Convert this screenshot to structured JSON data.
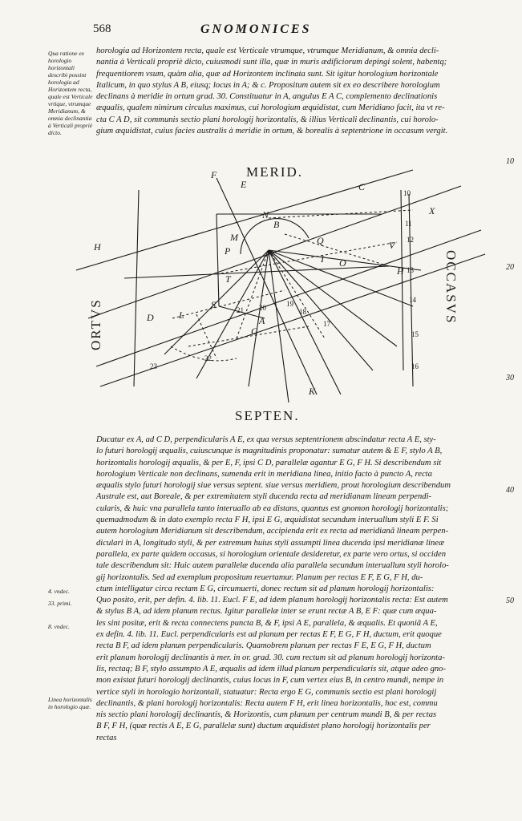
{
  "header": {
    "page_number": "568",
    "running_title": "GNOMONICES"
  },
  "margin_notes": {
    "top": "Qua ratione ex horologio horizontali describi possint horologia ad Horizontem recta, quale est Verticale vrtique, vtrumque Meridianum, & omnia declinantia à Verticali propriè dicto.",
    "ref1": "4. vndec.",
    "ref2": "33. primi.",
    "ref3": "8. vndec.",
    "bottom": "Linea horizontalis in horologio quæ."
  },
  "line_numbers": {
    "n10": "10",
    "n20": "20",
    "n30": "30",
    "n40": "40",
    "n50": "50"
  },
  "paragraph1": [
    "horologia ad Horizontem recta, quale est Verticale vtrumque, vtrumque Meridianum, & omnia decli-",
    "nantia à Verticali propriè dicto, cuiusmodi sunt illa, quæ in muris ædificiorum depingi solent, habentq;",
    "frequentiorem vsum, quàm alia, quæ ad Horizontem inclinata sunt. Sit igitur horologium horizontale",
    "Italicum, in quo stylus A B, eiusq; locus in A; & c. Propositum autem sit ex eo describere horologium",
    "declinans à meridie in ortum grad. 30. Constituatur in A, angulus E A C, complemento declinationis",
    "æqualis, qualem nimirum circulus maximus, cui horologium æquidistat, cum Meridiano facit, ita vt re-",
    "cta C A D, sit communis sectio plani horologij horizontalis, & illius Verticali declinantis, cui horolo-",
    "gium æquidistat, cuius facies australis à meridie in ortum, & borealis à septentrione in occasum vergit."
  ],
  "paragraph2": [
    "Ducatur ex A, ad C D, perpendicularis A E, ex qua versus septentrionem abscindatur recta A E, sty-",
    "lo futuri horologij æqualis, cuiuscunque is magnitudinis proponatur: sumatur autem & E F, stylo A B,",
    "horizontalis horologij æqualis, & per E, F, ipsi C D, parallelæ agantur E G, F H. Si describendum sit",
    "horologium Verticale non declinans, sumenda erit in meridiana linea, initio facto à puncto A, recta",
    "æqualis stylo futuri horologij siue versus septent. siue versus meridiem, prout horologium describendum",
    "Australe est, aut Boreale, & per extremitatem styli ducenda recta ad meridianam lineam perpendi-",
    "cularis, & huic vna parallela tanto interuallo ab ea distans, quantus est gnomon horologij horizontalis;",
    "quemadmodum & in dato exemplo recta F H, ipsi E G, æquidistat secundum interuallum styli E F. Si",
    "autem horologium Meridianum sit describendum, accipienda erit ex recta ad meridianã lineam perpen-",
    "diculari in A, longitudo styli, & per extremum huius styli assumpti linea ducenda ipsi meridianæ lineæ",
    "parallela, ex parte quidem occasus, si horologium orientale desideretur, ex parte vero ortus, si occiden",
    "tale describendum sit: Huic autem parallelæ ducenda alia parallela secundum interuallum styli horolo-",
    "gij horizontalis. Sed ad exemplum propositum reuertamur. Planum per rectas E F, E G, F H, du-",
    "ctum intelligatur circa rectam E G, circumuerti, donec rectum sit ad planum horologij horizontalis:",
    "Quo posito, erit, per defin. 4. lib. 11. Eucl. F E, ad idem planum horologij horizontalis recta: Est autem",
    "& stylus B A, ad idem planum rectus. Igitur parallelæ inter se erunt rectæ A B, E F: quæ cum æqua-",
    "les sint positæ, erit & recta connectens puncta B, & F, ipsi A E, parallela, & æqualis. Et quoniã A E,",
    "ex defin. 4. lib. 11. Eucl. perpendicularis est ad planum per rectas E F, E G, F H, ductum, erit quoque",
    "recta B F, ad idem planum perpendicularis. Quamobrem planum per rectas F E, E G, F H, ductum",
    "erit planum horologij declinantis à mer. in or. grad. 30. cum rectum sit ad planum horologij horizonta-",
    "lis, rectaq; B F, stylo assumpto A E, æqualis ad idem illud planum perpendicularis sit, atque adeo gno-",
    "mon existat futuri horologij declinantis, cuius locus in F, cum vertex eius B, in centro mundi, nempe in",
    "vertice styli in horologio horizontali, statuatur: Recta ergo E G, communis sectio est plani horologij",
    "declinantis, & plani horologij horizontalis: Recta autem F H, erit linea horizontalis, hoc est, commu",
    "nis sectio plani horologij declinantis, & Horizontis, cum planum per centrum mundi B, & per rectas",
    "B F, F H, (quæ rectis A E, E G, parallelæ sunt) ductum æquidistet plano horologij horizontalis per",
    "rectas"
  ],
  "figure": {
    "top_label": "MERID.",
    "bottom_label": "SEPTEN.",
    "left_label": "ORTVS",
    "right_label": "OCCASVS",
    "letters": [
      "F",
      "E",
      "C",
      "X",
      "H",
      "N",
      "M",
      "B",
      "P",
      "T",
      "Q",
      "V",
      "O",
      "D",
      "L",
      "S",
      "A",
      "G",
      "K",
      "I",
      "H"
    ],
    "hour_numbers": [
      "10",
      "11",
      "12",
      "13",
      "14",
      "15",
      "16",
      "17",
      "18",
      "19",
      "20",
      "21",
      "22",
      "23"
    ]
  }
}
